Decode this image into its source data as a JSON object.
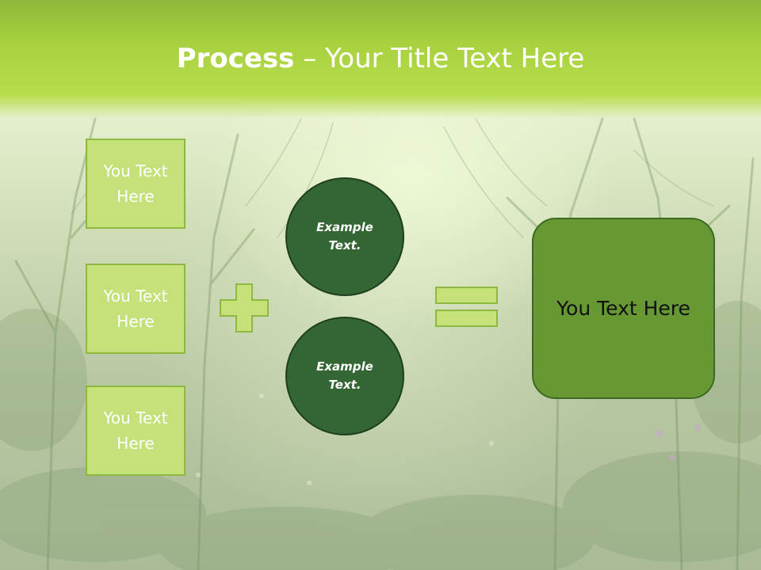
{
  "title": {
    "bold": "Process",
    "rest": " – Your Title Text Here"
  },
  "boxes": [
    {
      "line1": "You Text",
      "line2": "Here"
    },
    {
      "line1": "You Text",
      "line2": "Here"
    },
    {
      "line1": "You Text",
      "line2": "Here"
    }
  ],
  "circles": [
    {
      "line1": "Example",
      "line2": "Text."
    },
    {
      "line1": "Example",
      "line2": "Text."
    }
  ],
  "result": {
    "label": "You Text Here"
  },
  "icons": {
    "plus": "plus-icon",
    "equals": "equals-icon"
  },
  "colors": {
    "header": "#a8d13f",
    "box_fill": "#c4e17a",
    "circle_fill": "#336633",
    "result_fill": "#669933",
    "operator_fill": "#c4e17a"
  }
}
